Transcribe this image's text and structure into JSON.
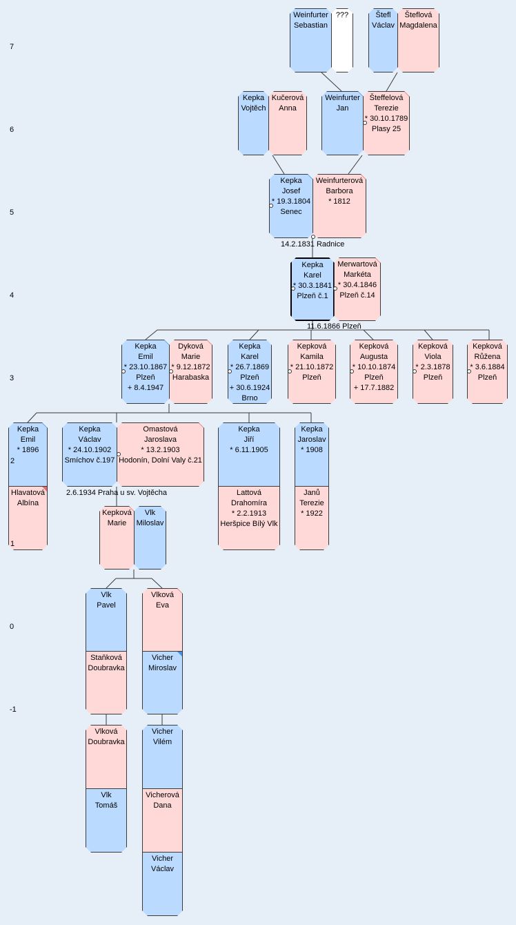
{
  "generations": [
    "7",
    "6",
    "5",
    "4",
    "3",
    "0",
    "-1"
  ],
  "persons": {
    "weinfurter_sebastian": [
      "Weinfurter",
      "Sebastian"
    ],
    "unknown": [
      "???"
    ],
    "stefl_vaclav": [
      "Štefl",
      "Václav"
    ],
    "steflova_magdalena": [
      "Šteflová",
      "Magdalena"
    ],
    "kepka_vojtech": [
      "Kepka",
      "Vojtěch"
    ],
    "kucerova_anna": [
      "Kučerová",
      "Anna"
    ],
    "weinfurter_jan": [
      "Weinfurter",
      "Jan"
    ],
    "steffelova_terezie": [
      "Šteffelová",
      "Terezie",
      "* 30.10.1789",
      "Plasy 25"
    ],
    "kepka_josef": [
      "Kepka",
      "Josef",
      "* 19.3.1804",
      "Senec"
    ],
    "weinfurterova_barbora": [
      "Weinfurterová",
      "Barbora",
      "* 1812"
    ],
    "kepka_karel_1841": [
      "Kepka",
      "Karel",
      "* 30.3.1841",
      "Plzeň č.1"
    ],
    "merwartova_marketa": [
      "Merwartová",
      "Markéta",
      "* 30.4.1846",
      "Plzeň č.14"
    ],
    "kepka_emil_1867": [
      "Kepka",
      "Emil",
      "* 23.10.1867",
      "Plzeň",
      "+ 8.4.1947"
    ],
    "dykova_marie": [
      "Dyková",
      "Marie",
      "* 9.12.1872",
      "Harabaska"
    ],
    "kepka_karel_1869": [
      "Kepka",
      "Karel",
      "* 26.7.1869",
      "Plzeň",
      "+ 30.6.1924",
      "Brno"
    ],
    "kepkova_kamila": [
      "Kepková",
      "Kamila",
      "* 21.10.1872",
      "Plzeň"
    ],
    "kepkova_augusta": [
      "Kepková",
      "Augusta",
      "* 10.10.1874",
      "Plzeň",
      "+ 17.7.1882"
    ],
    "kepkova_viola": [
      "Kepková",
      "Viola",
      "* 2.3.1878",
      "Plzeň"
    ],
    "kepkova_ruzena": [
      "Kepková",
      "Růžena",
      "* 3.6.1884",
      "Plzeň"
    ],
    "kepka_emil_1896": [
      "Kepka",
      "Emil",
      "* 1896"
    ],
    "hlavatova_albina": [
      "Hlavatová",
      "Albína"
    ],
    "kepka_vaclav": [
      "Kepka",
      "Václav",
      "* 24.10.1902",
      "Smíchov č.197"
    ],
    "omastova_jaroslava": [
      "Omastová",
      "Jaroslava",
      "* 13.2.1903",
      "Hodonín, Dolní Valy č.21"
    ],
    "kepka_jiri": [
      "Kepka",
      "Jiří",
      "* 6.11.1905"
    ],
    "lattova_drahomira": [
      "Lattová",
      "Drahomíra",
      "* 2.2.1913",
      "Heršpice Bílý Vlk"
    ],
    "kepka_jaroslav": [
      "Kepka",
      "Jaroslav",
      "* 1908"
    ],
    "janu_terezie": [
      "Janů",
      "Terezie",
      "* 1922"
    ],
    "kepkova_marie": [
      "Kepková",
      "Marie"
    ],
    "vlk_miloslav": [
      "Vlk",
      "Miloslav"
    ],
    "vlk_pavel": [
      "Vlk",
      "Pavel"
    ],
    "stankova_doubravka": [
      "Staňková",
      "Doubravka"
    ],
    "vlkova_eva": [
      "Vlková",
      "Eva"
    ],
    "vicher_miroslav": [
      "Vicher",
      "Miroslav"
    ],
    "vlkova_doubravka": [
      "Vlková",
      "Doubravka"
    ],
    "vlk_tomas": [
      "Vlk",
      "Tomáš"
    ],
    "vicher_vilem": [
      "Vicher",
      "Vilém"
    ],
    "vicherova_dana": [
      "Vicherová",
      "Dana"
    ],
    "vicher_vaclav": [
      "Vicher",
      "Václav"
    ]
  },
  "marriages": {
    "m_1831": "14.2.1831 Radnice",
    "m_1866": "11.6.1866 Plzeň",
    "m_1934": "2.6.1934 Praha u sv. Vojtěcha"
  },
  "marriage_counts": {
    "emil_first": "2",
    "emil_second": "1"
  },
  "colors": {
    "male": "#bbdaff",
    "female": "#ffd9d8",
    "unknown": "#ffffff",
    "background": "#e6eef8"
  }
}
